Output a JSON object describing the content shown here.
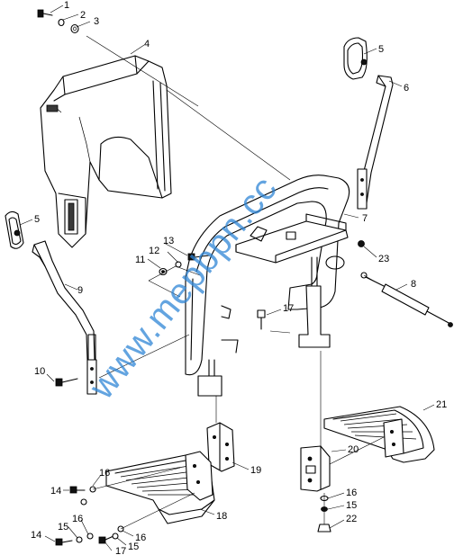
{
  "watermark": "www.mepbpn.cc",
  "callouts": [
    {
      "id": "c1",
      "label": "1"
    },
    {
      "id": "c2",
      "label": "2"
    },
    {
      "id": "c3",
      "label": "3"
    },
    {
      "id": "c4",
      "label": "4"
    },
    {
      "id": "c5a",
      "label": "5"
    },
    {
      "id": "c6",
      "label": "6"
    },
    {
      "id": "c5b",
      "label": "5"
    },
    {
      "id": "c7",
      "label": "7"
    },
    {
      "id": "c13",
      "label": "13"
    },
    {
      "id": "c12",
      "label": "12"
    },
    {
      "id": "c11",
      "label": "11"
    },
    {
      "id": "c23",
      "label": "23"
    },
    {
      "id": "c9",
      "label": "9"
    },
    {
      "id": "c8",
      "label": "8"
    },
    {
      "id": "c17a",
      "label": "17"
    },
    {
      "id": "c10",
      "label": "10"
    },
    {
      "id": "c21",
      "label": "21"
    },
    {
      "id": "c20",
      "label": "20"
    },
    {
      "id": "c19",
      "label": "19"
    },
    {
      "id": "c16a",
      "label": "16"
    },
    {
      "id": "c14a",
      "label": "14"
    },
    {
      "id": "c16b",
      "label": "16"
    },
    {
      "id": "c15a",
      "label": "15"
    },
    {
      "id": "c22",
      "label": "22"
    },
    {
      "id": "c18",
      "label": "18"
    },
    {
      "id": "c16c",
      "label": "16"
    },
    {
      "id": "c15b",
      "label": "15"
    },
    {
      "id": "c14b",
      "label": "14"
    },
    {
      "id": "c16d",
      "label": "16"
    },
    {
      "id": "c15c",
      "label": "15"
    },
    {
      "id": "c17b",
      "label": "17"
    }
  ]
}
